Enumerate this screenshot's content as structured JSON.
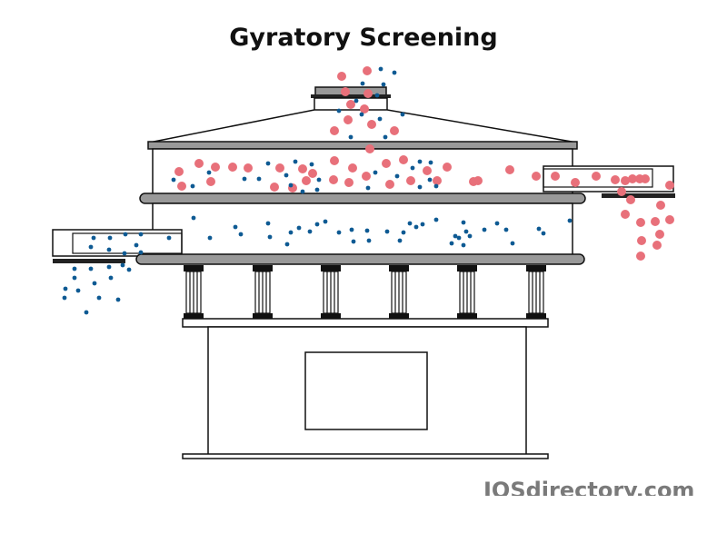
{
  "title": "Gyratory Screening",
  "watermark": "IQSdirectory.com",
  "colors": {
    "oversize_particle": "#E8707A",
    "fine_particle": "#0E5A93",
    "outline": "#111111",
    "deck_fill": "#999999",
    "background": "#ffffff"
  },
  "particles": {
    "oversize_description": "large red particles retained on the screen",
    "fine_description": "small blue particles passing through the screen"
  }
}
